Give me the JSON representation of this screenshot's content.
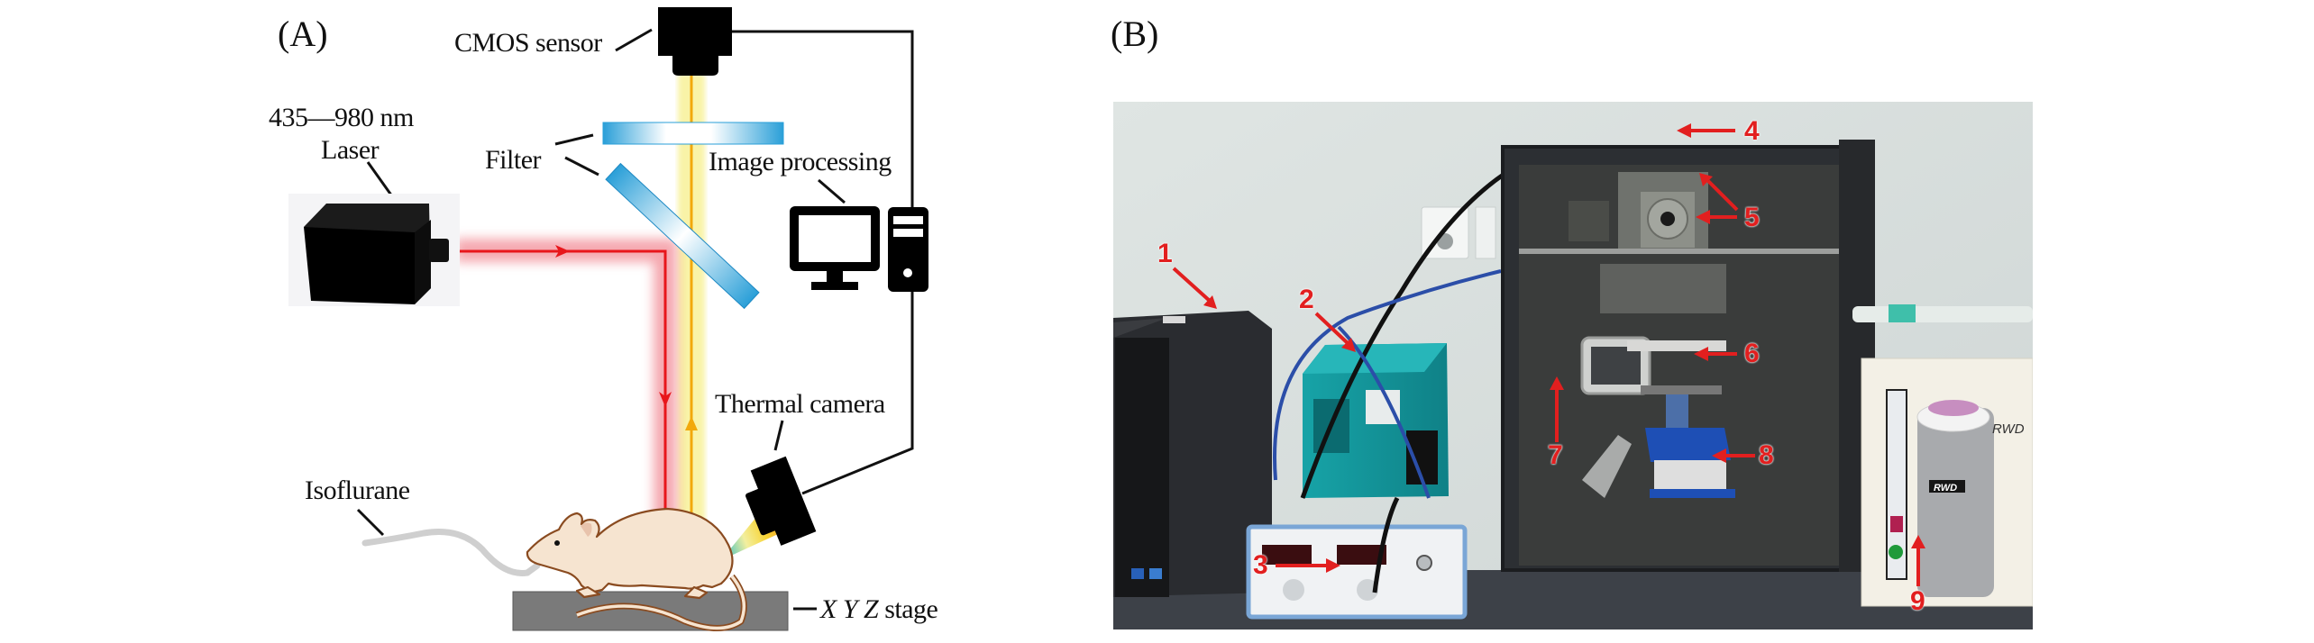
{
  "figure": {
    "panel_a": {
      "label": "(A)",
      "components": {
        "cmos_sensor": "CMOS sensor",
        "laser_wavelength": "435—980 nm",
        "laser": "Laser",
        "filter": "Filter",
        "image_processing": "Image processing",
        "thermal_camera": "Thermal camera",
        "isoflurane": "Isoflurane",
        "stage_axes": "X Y Z",
        "stage_word": "stage"
      },
      "colors": {
        "laser_beam": "#e8161b",
        "emission_beam": "#f2a90c",
        "filter": "#2a9fd8",
        "stage": "#7a7a7a",
        "rat_fill": "#f6e4d0",
        "rat_outline": "#8a4b20"
      }
    },
    "panel_b": {
      "label": "(B)",
      "callouts": [
        "1",
        "2",
        "3",
        "4",
        "5",
        "6",
        "7",
        "8",
        "9"
      ],
      "device_brand_text": "RWD",
      "annotation_color": "#e21f1f"
    }
  }
}
